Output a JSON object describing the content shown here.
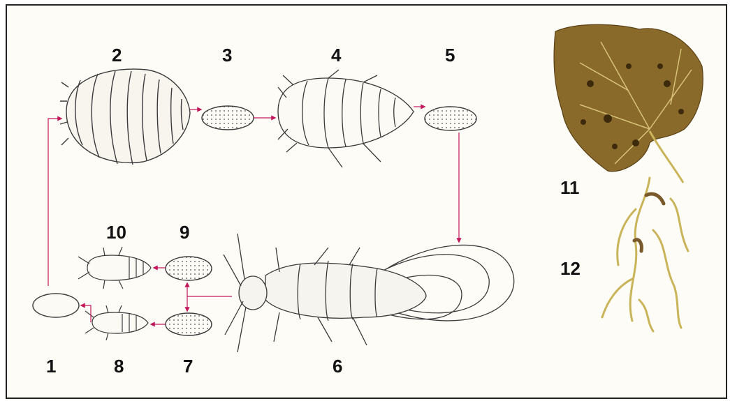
{
  "colors": {
    "arrow": "#c2185b",
    "ink": "#3a3a3a",
    "leaf": "#8a6a2a",
    "root": "#c9b45a"
  },
  "labels": [
    "1",
    "2",
    "3",
    "4",
    "5",
    "6",
    "7",
    "8",
    "9",
    "10",
    "11",
    "12"
  ],
  "stages": [
    {
      "id": "1",
      "kind": "egg"
    },
    {
      "id": "2",
      "kind": "wingless-female"
    },
    {
      "id": "3",
      "kind": "egg"
    },
    {
      "id": "4",
      "kind": "larva"
    },
    {
      "id": "5",
      "kind": "egg"
    },
    {
      "id": "6",
      "kind": "winged-adult"
    },
    {
      "id": "7",
      "kind": "egg"
    },
    {
      "id": "8",
      "kind": "male"
    },
    {
      "id": "9",
      "kind": "egg"
    },
    {
      "id": "10",
      "kind": "female"
    },
    {
      "id": "11",
      "kind": "damaged-leaf"
    },
    {
      "id": "12",
      "kind": "damaged-roots"
    }
  ]
}
